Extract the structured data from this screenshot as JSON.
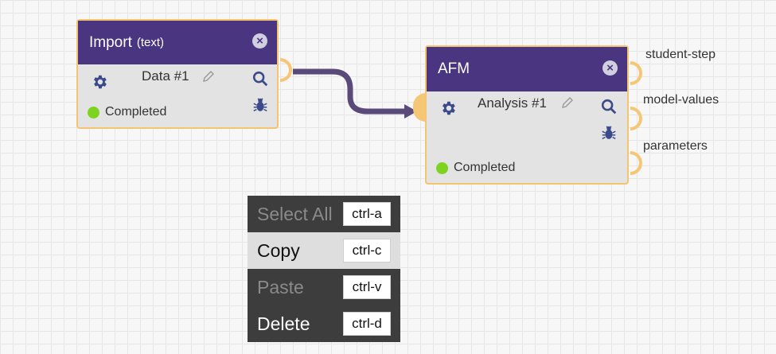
{
  "nodes": {
    "import": {
      "title": "Import",
      "subtitle": "(text)",
      "name": "Data #1",
      "status": "Completed",
      "status_color": "#7ed321",
      "header_color": "#4a3580",
      "icons": [
        "gear-icon",
        "search-icon",
        "bug-icon",
        "pencil-icon",
        "close-icon"
      ]
    },
    "afm": {
      "title": "AFM",
      "name": "Analysis #1",
      "status": "Completed",
      "outputs": [
        "student-step",
        "model-values",
        "parameters"
      ]
    }
  },
  "context_menu": {
    "items": [
      {
        "label": "Select All",
        "shortcut": "ctrl-a",
        "state": "disabled"
      },
      {
        "label": "Copy",
        "shortcut": "ctrl-c",
        "state": "hovered"
      },
      {
        "label": "Paste",
        "shortcut": "ctrl-v",
        "state": "disabled"
      },
      {
        "label": "Delete",
        "shortcut": "ctrl-d",
        "state": "enabled"
      }
    ]
  },
  "colors": {
    "accent": "#4a3580",
    "port": "#f5c775",
    "connector": "#5a4a7a"
  }
}
